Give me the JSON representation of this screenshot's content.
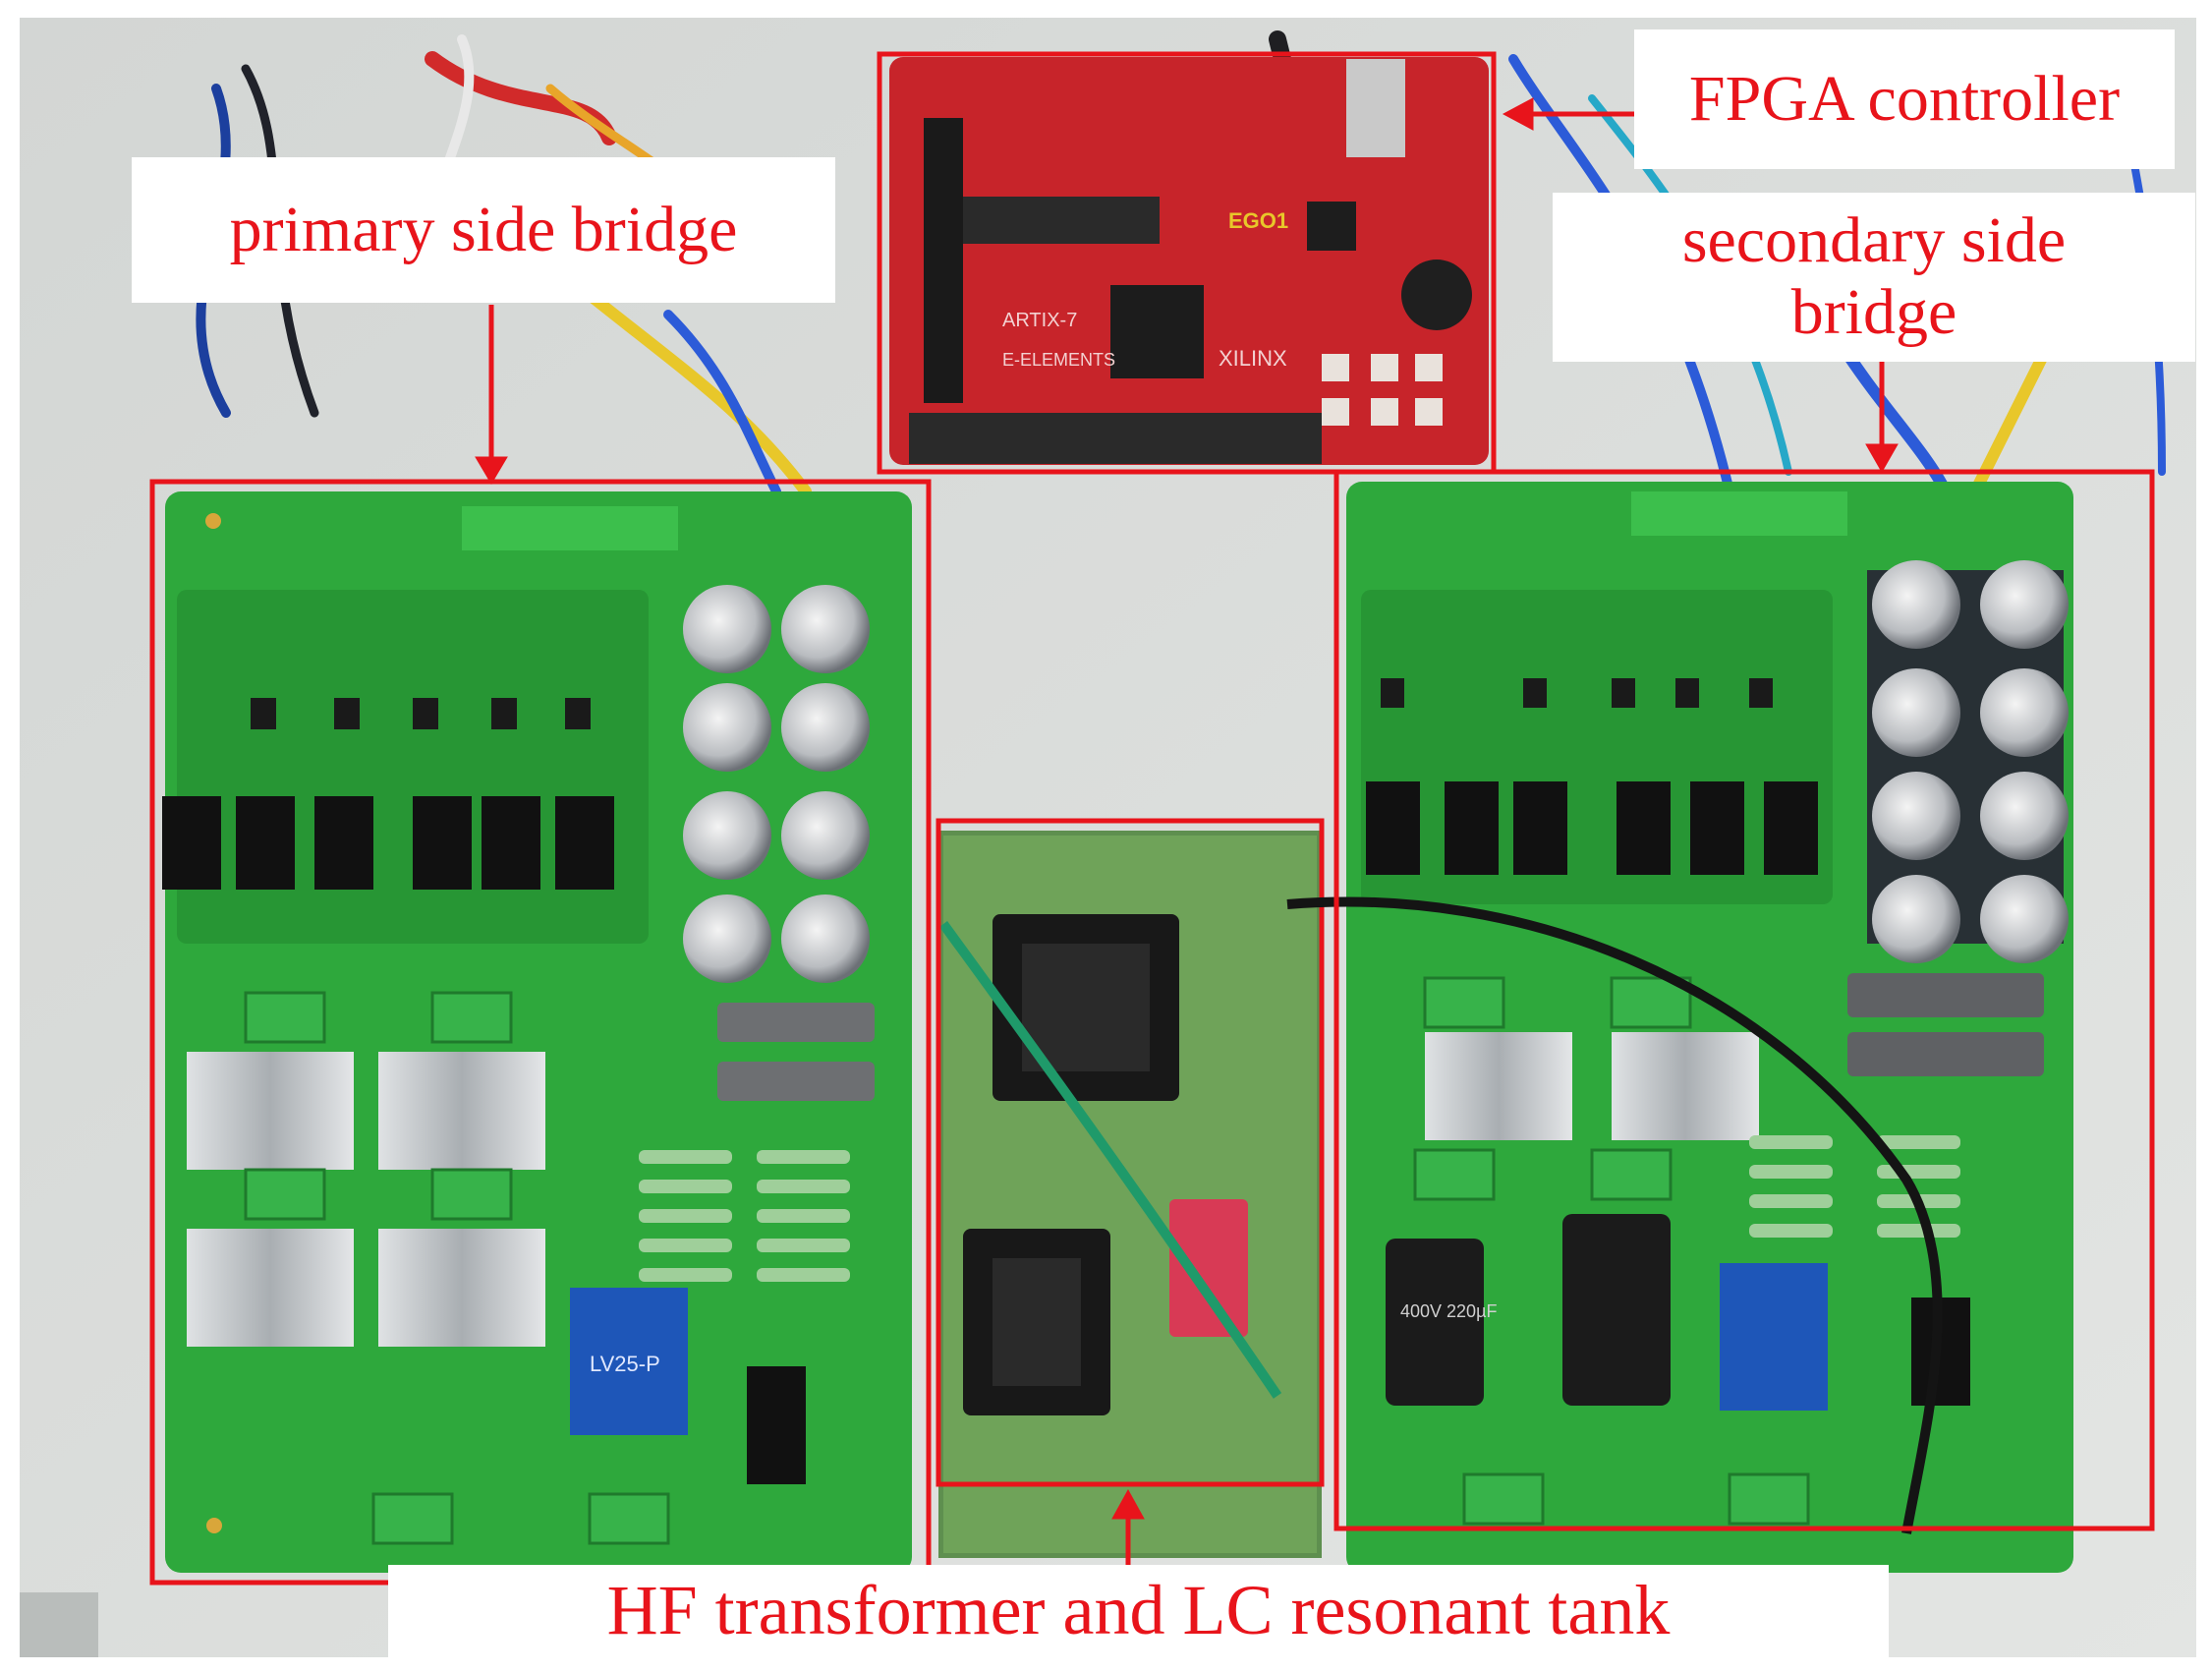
{
  "labels": {
    "fpga": "FPGA controller",
    "primary": "primary side bridge",
    "secondary": "secondary side\nbridge",
    "hf": "HF transformer and LC resonant tank"
  },
  "board_text": {
    "fpga_brand_1": "ARTIX-7",
    "fpga_brand_2": "E-ELEMENTS",
    "fpga_brand_3": "EGO1",
    "fpga_brand_4": "XILINX",
    "sensor_left": "LV25-P",
    "cap_text": "400V 220µF"
  },
  "colors": {
    "annotation": "#e8141b",
    "pcb": "#2ea83c",
    "fpga_board": "#c7242a",
    "enclosure": "#d9dcda"
  }
}
